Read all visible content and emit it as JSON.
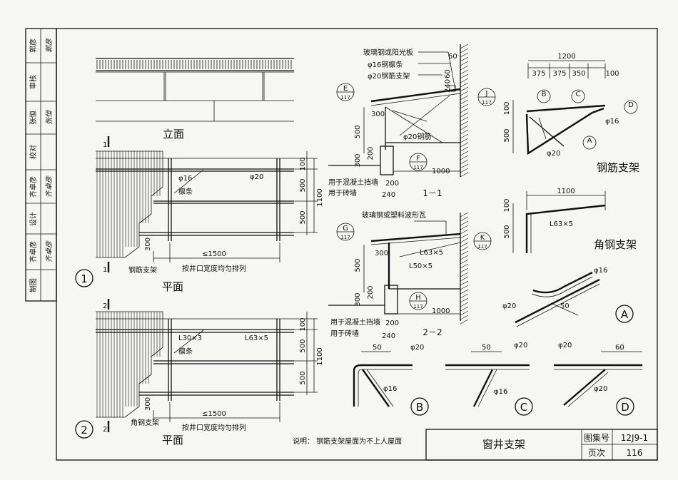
{
  "side_strip": [
    {
      "label": "郭彦",
      "sign": "郭彦"
    },
    {
      "label": "审核",
      "sign": ""
    },
    {
      "label": "张恒",
      "sign": "张恒"
    },
    {
      "label": "校对",
      "sign": ""
    },
    {
      "label": "齐卓彦",
      "sign": "齐卓彦"
    },
    {
      "label": "设计",
      "sign": ""
    },
    {
      "label": "齐卓彦",
      "sign": "齐卓彦"
    },
    {
      "label": "制图",
      "sign": ""
    }
  ],
  "elevation": {
    "caption": "立面"
  },
  "plan1": {
    "number": "1",
    "mark": "1",
    "caption": "平面",
    "labels": [
      "φ16",
      "檩条",
      "φ20",
      "钢筋支架",
      "按井口宽度均匀排列"
    ],
    "dims": [
      "100",
      "500",
      "500",
      "1100",
      "300",
      "≤1500"
    ]
  },
  "plan2": {
    "number": "2",
    "mark": "2",
    "caption": "平面",
    "labels": [
      "L30×3",
      "檩条",
      "L63×5",
      "角钢支架",
      "按井口宽度均匀排列"
    ],
    "dims": [
      "100",
      "500",
      "500",
      "1100",
      "300",
      "≤1500"
    ]
  },
  "section11": {
    "title": "1－1",
    "labels": [
      "玻璃钢或阳光板",
      "φ16钢檩条",
      "φ20钢筋支架",
      "φ20钢筋",
      "用于混凝土挡墙",
      "用于砖墙"
    ],
    "dims": [
      "60",
      "60",
      "240",
      "300",
      "500",
      "200",
      "300",
      "200",
      "240",
      "1000"
    ],
    "callouts": [
      {
        "letter": "E",
        "sheet": "117"
      },
      {
        "letter": "J",
        "sheet": "117"
      },
      {
        "letter": "F",
        "sheet": "117"
      }
    ]
  },
  "section22": {
    "title": "2－2",
    "labels": [
      "玻璃钢或塑料波形瓦",
      "L63×5",
      "L50×5",
      "用于混凝土挡墙",
      "用于砖墙"
    ],
    "dims": [
      "300",
      "500",
      "200",
      "300",
      "200",
      "240",
      "1000"
    ],
    "callouts": [
      {
        "letter": "G",
        "sheet": "117"
      },
      {
        "letter": "K",
        "sheet": "117"
      },
      {
        "letter": "H",
        "sheet": "117"
      }
    ]
  },
  "rebar_bracket": {
    "title": "钢筋支架",
    "dims": [
      "1200",
      "375",
      "375",
      "350",
      "100",
      "100",
      "500"
    ],
    "labels": [
      "φ16",
      "φ20"
    ],
    "callouts": [
      "B",
      "C",
      "D",
      "A"
    ]
  },
  "angle_bracket": {
    "title": "角钢支架",
    "dims": [
      "1100",
      "100",
      "500"
    ],
    "labels": [
      "L63×5"
    ]
  },
  "details": [
    {
      "letter": "A",
      "labels": [
        "φ16",
        "φ20"
      ],
      "dims": [
        "50"
      ]
    },
    {
      "letter": "B",
      "labels": [
        "φ20",
        "φ16"
      ],
      "dims": [
        "50"
      ]
    },
    {
      "letter": "C",
      "labels": [
        "φ20",
        "φ16"
      ],
      "dims": [
        "50"
      ]
    },
    {
      "letter": "D",
      "labels": [
        "φ20",
        "φ20"
      ],
      "dims": [
        "60"
      ]
    }
  ],
  "note": "说明：  钢筋支架屋面为不上人屋面",
  "title_block": {
    "title": "窗井支架",
    "atlas_label": "图集号",
    "atlas_value": "12J9-1",
    "page_label": "页次",
    "page_value": "116"
  }
}
